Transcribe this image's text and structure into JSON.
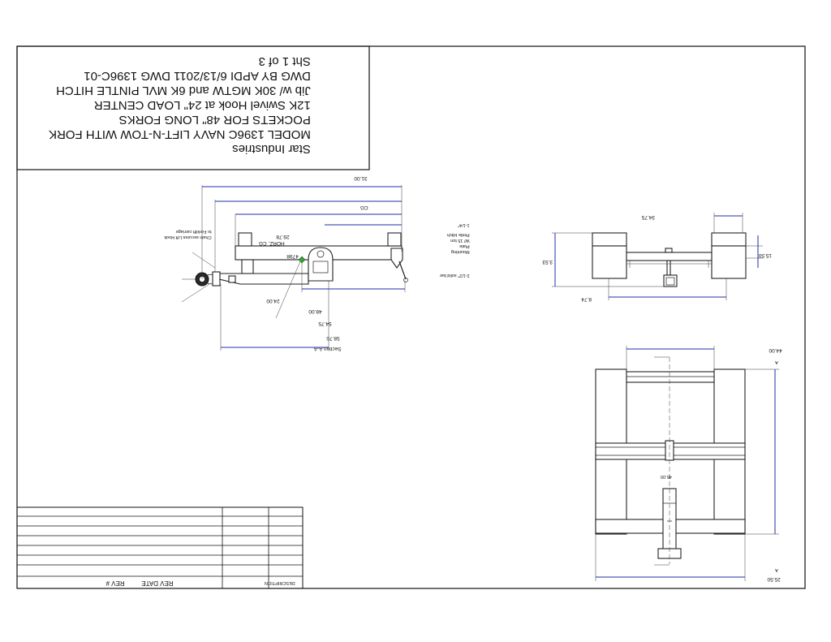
{
  "title_block": {
    "lines": [
      "Star Industries",
      "MODEL 1396C  NAVY LIFT-N-TOW WITH  FORK",
      "POCKETS FOR 48\" LONG FORKS",
      "12K Swivel Hook at 24\" LOAD CENTER",
      "Jib w/ 30K MGTW and  6K MVL PINTLE HITCH",
      "DWG BY APDI 6/13/2011  DWG 1396C-01",
      "Sht 1 of 3"
    ]
  },
  "revision_table": {
    "columns": [
      "REV #",
      "REV DATE",
      "DESCRIPTION"
    ]
  },
  "side_view": {
    "section_label": "Section A-A",
    "dims": {
      "overall": "58.70",
      "d54": "54.75",
      "d48": "48.00",
      "d24": "24.00",
      "d29": "29.78",
      "d31": "31.00"
    },
    "horz_cg": "HORZ. CG",
    "cg_label": "CG",
    "small_label": "4798",
    "notes": {
      "solid_bar": "2-1/2\" solid bar",
      "mounting": [
        "Mounting",
        "Plate",
        "W/ 15 ton",
        "Pintle Hitch"
      ],
      "pin": "1-1/4\"",
      "chain": [
        "Chain secures Lift Hook",
        "to Forklift carriage"
      ]
    }
  },
  "front_view": {
    "dims": {
      "width": "34.75",
      "height": "15.50",
      "pocket": "8.74",
      "pocket_h": "3.53"
    }
  },
  "top_view": {
    "dims": {
      "top": "25.50",
      "right": "45.00",
      "bottom": "44.00"
    },
    "section_marker": "A"
  }
}
